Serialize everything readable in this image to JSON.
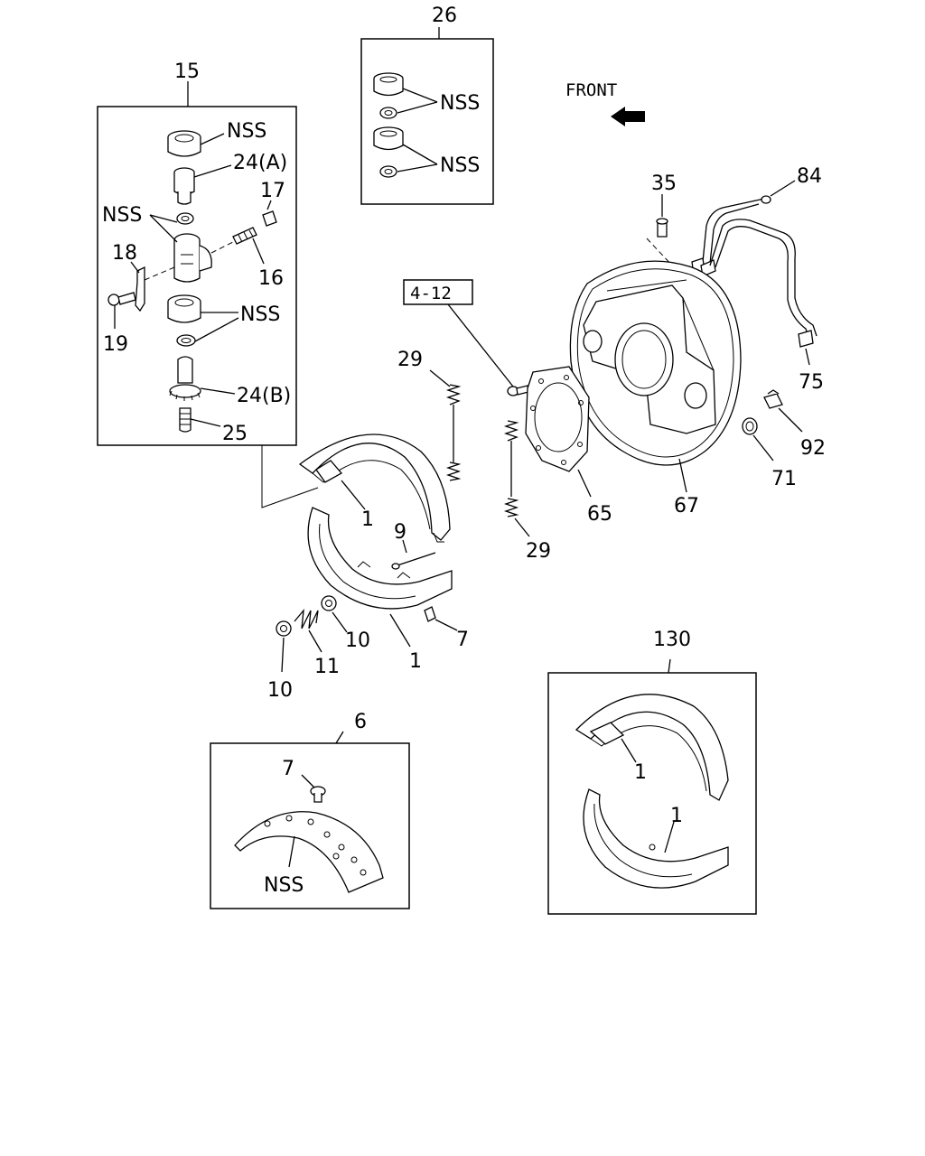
{
  "direction_label": "FRONT",
  "reference_box": "4-12",
  "callouts": {
    "c15": "15",
    "c26": "26",
    "c35": "35",
    "c84": "84",
    "c75": "75",
    "c92": "92",
    "c71": "71",
    "c67": "67",
    "c65": "65",
    "c29a": "29",
    "c29b": "29",
    "c9": "9",
    "c7a": "7",
    "c10a": "10",
    "c10b": "10",
    "c11": "11",
    "c1a": "1",
    "c1b": "1",
    "c6": "6",
    "c7b": "7",
    "c130": "130",
    "c1c": "1",
    "c1d": "1",
    "c24a": "24(A)",
    "c24b": "24(B)",
    "c25": "25",
    "c17": "17",
    "c16": "16",
    "c18": "18",
    "c19": "19"
  },
  "nss": {
    "n15a": "NSS",
    "n15b": "NSS",
    "n15c": "NSS",
    "n26a": "NSS",
    "n26b": "NSS",
    "n6": "NSS"
  }
}
